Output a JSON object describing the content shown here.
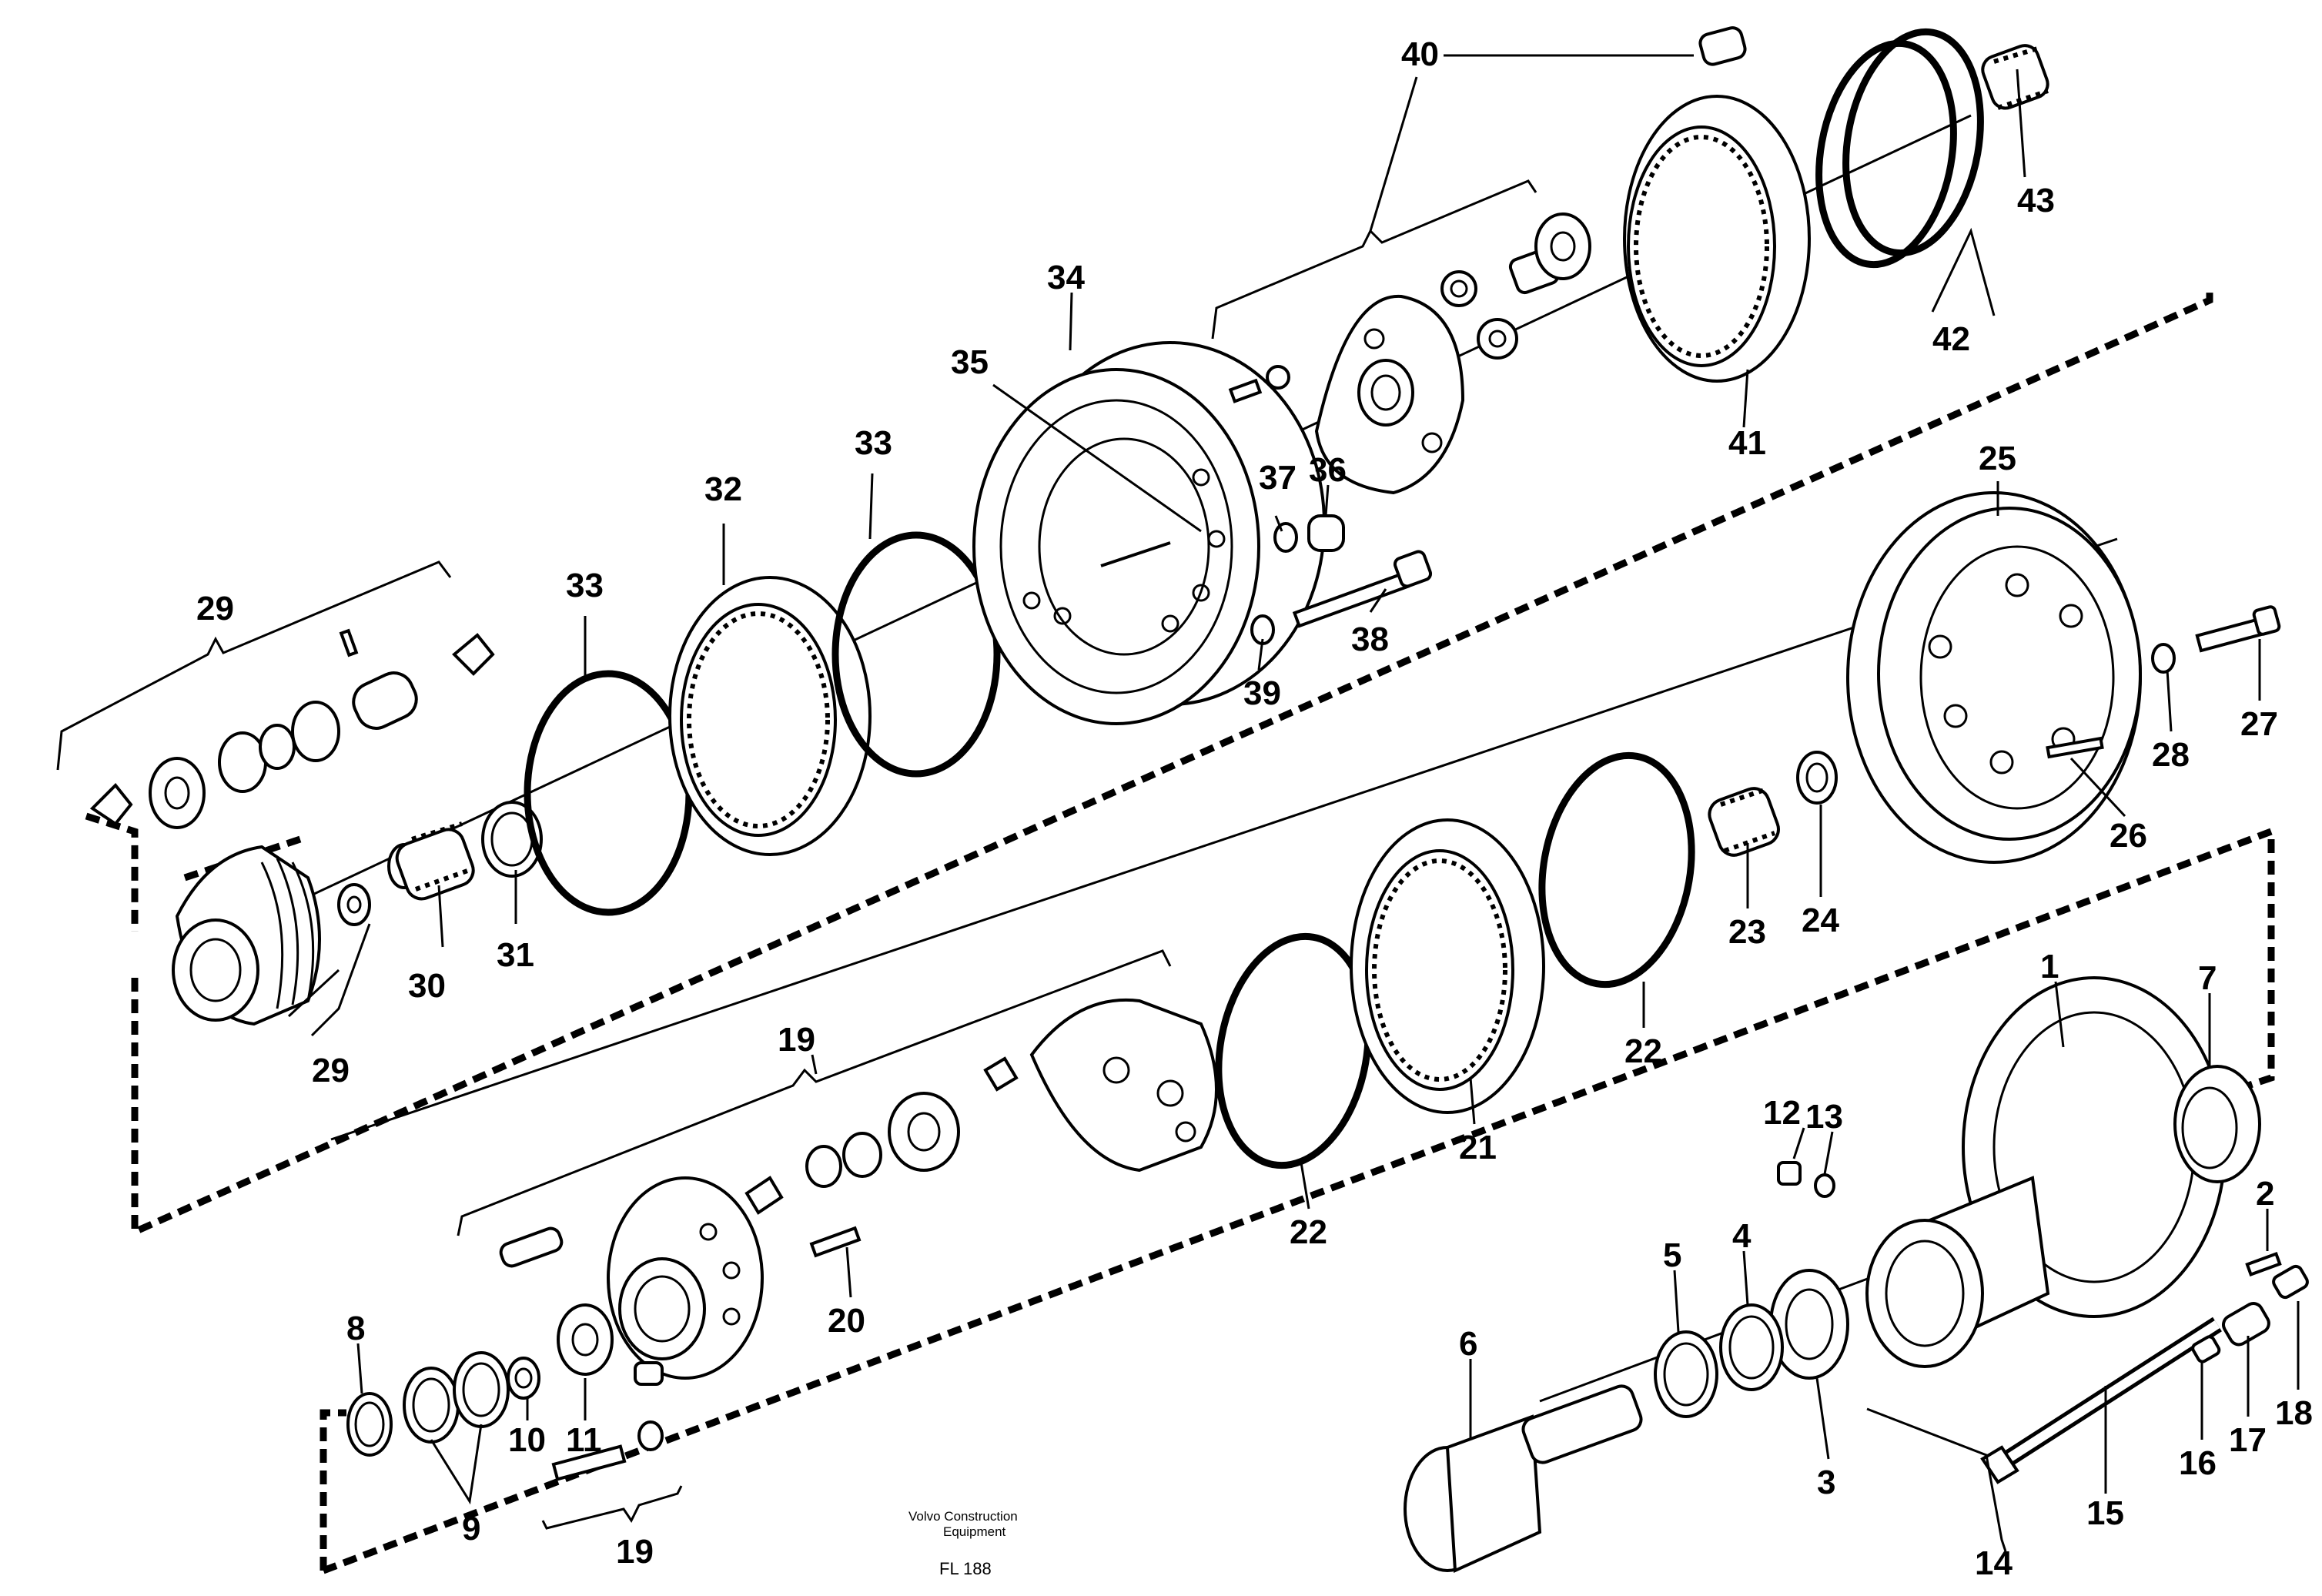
{
  "diagram": {
    "labels": [
      "1",
      "2",
      "3",
      "4",
      "5",
      "6",
      "7",
      "8",
      "9",
      "10",
      "11",
      "12",
      "13",
      "14",
      "15",
      "16",
      "17",
      "18",
      "19",
      "19",
      "20",
      "21",
      "22",
      "22",
      "23",
      "24",
      "25",
      "26",
      "27",
      "28",
      "29",
      "29",
      "30",
      "31",
      "32",
      "33",
      "33",
      "34",
      "35",
      "36",
      "37",
      "38",
      "39",
      "40",
      "41",
      "42",
      "43"
    ],
    "footer": {
      "company_line1": "Volvo Construction",
      "company_line2": "Equipment",
      "code": "FL 188"
    }
  }
}
